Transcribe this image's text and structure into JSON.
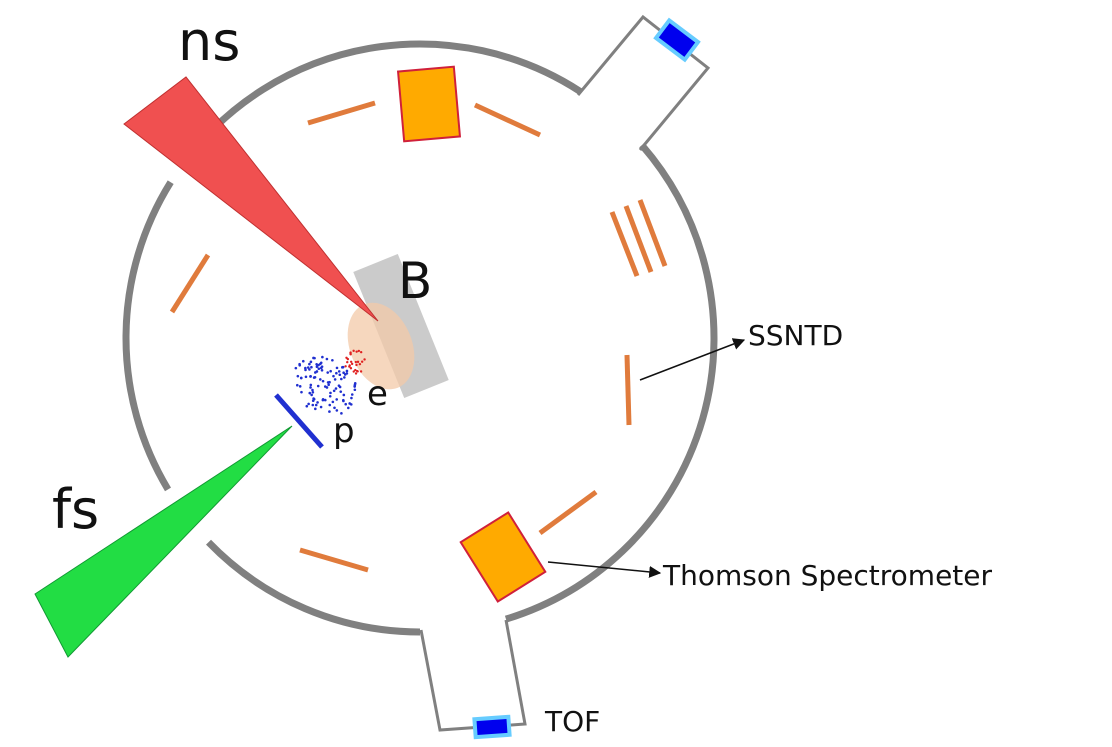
{
  "labels": {
    "ns": "ns",
    "fs": "fs",
    "b": "B",
    "e": "e",
    "p": "p",
    "ssntd": "SSNTD",
    "thomson": "Thomson Spectrometer",
    "tof": "TOF"
  },
  "colors": {
    "chamber": "#808080",
    "ns_beam": "#F05050",
    "fs_beam": "#22DD44",
    "detector_segment": "#E07B3C",
    "spectrometer_fill": "#FFAA00",
    "spectrometer_stroke": "#D0203A",
    "tof_detector": "#0000EE",
    "tof_glow": "#66CCFF",
    "target": "#C8C8C8",
    "plasma": "#F3C9A8",
    "electrons": "#E02020",
    "protons": "#2030D0"
  }
}
